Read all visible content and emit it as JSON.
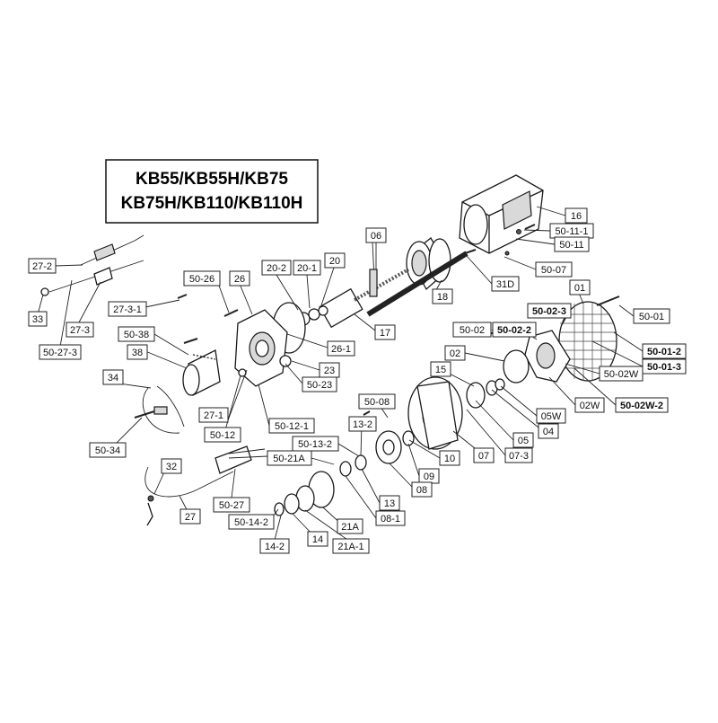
{
  "title": {
    "line1": "KB55/KB55H/KB75",
    "line2": "KB75H/KB110/KB110H"
  },
  "labels": [
    {
      "text": "16",
      "bold": false
    },
    {
      "text": "50-11-1",
      "bold": false
    },
    {
      "text": "50-11",
      "bold": false
    },
    {
      "text": "06",
      "bold": false
    },
    {
      "text": "50-07",
      "bold": false
    },
    {
      "text": "31D",
      "bold": false
    },
    {
      "text": "18",
      "bold": false
    },
    {
      "text": "20-2",
      "bold": false
    },
    {
      "text": "20-1",
      "bold": false
    },
    {
      "text": "20",
      "bold": false
    },
    {
      "text": "26",
      "bold": false
    },
    {
      "text": "50-26",
      "bold": false
    },
    {
      "text": "27-2",
      "bold": false
    },
    {
      "text": "33",
      "bold": false
    },
    {
      "text": "27-3",
      "bold": false
    },
    {
      "text": "50-27-3",
      "bold": false
    },
    {
      "text": "27-3-1",
      "bold": false
    },
    {
      "text": "50-38",
      "bold": false
    },
    {
      "text": "38",
      "bold": false
    },
    {
      "text": "17",
      "bold": false
    },
    {
      "text": "26-1",
      "bold": false
    },
    {
      "text": "23",
      "bold": false
    },
    {
      "text": "50-23",
      "bold": false
    },
    {
      "text": "01",
      "bold": false
    },
    {
      "text": "50-02-3",
      "bold": true
    },
    {
      "text": "50-01",
      "bold": false
    },
    {
      "text": "50-02",
      "bold": false
    },
    {
      "text": "50-02-2",
      "bold": true
    },
    {
      "text": "50-01-2",
      "bold": true
    },
    {
      "text": "50-01-3",
      "bold": true
    },
    {
      "text": "02",
      "bold": false
    },
    {
      "text": "50-02W",
      "bold": false
    },
    {
      "text": "15",
      "bold": false
    },
    {
      "text": "02W",
      "bold": false
    },
    {
      "text": "50-02W-2",
      "bold": true
    },
    {
      "text": "05W",
      "bold": false
    },
    {
      "text": "04",
      "bold": false
    },
    {
      "text": "05",
      "bold": false
    },
    {
      "text": "07-3",
      "bold": false
    },
    {
      "text": "07",
      "bold": false
    },
    {
      "text": "10",
      "bold": false
    },
    {
      "text": "50-08",
      "bold": false
    },
    {
      "text": "13-2",
      "bold": false
    },
    {
      "text": "50-13-2",
      "bold": false
    },
    {
      "text": "50-21A",
      "bold": false
    },
    {
      "text": "09",
      "bold": false
    },
    {
      "text": "08",
      "bold": false
    },
    {
      "text": "13",
      "bold": false
    },
    {
      "text": "08-1",
      "bold": false
    },
    {
      "text": "21A",
      "bold": false
    },
    {
      "text": "21A-1",
      "bold": false
    },
    {
      "text": "14",
      "bold": false
    },
    {
      "text": "14-2",
      "bold": false
    },
    {
      "text": "50-14-2",
      "bold": false
    },
    {
      "text": "34",
      "bold": false
    },
    {
      "text": "50-34",
      "bold": false
    },
    {
      "text": "27-1",
      "bold": false
    },
    {
      "text": "50-12",
      "bold": false
    },
    {
      "text": "50-12-1",
      "bold": false
    },
    {
      "text": "32",
      "bold": false
    },
    {
      "text": "50-27",
      "bold": false
    },
    {
      "text": "27",
      "bold": false
    }
  ]
}
